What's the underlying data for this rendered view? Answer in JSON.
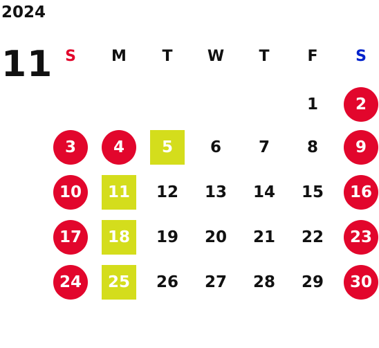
{
  "calendar": {
    "year": "2024",
    "month": "11",
    "weekdays": [
      {
        "label": "S",
        "color": "#e2062c"
      },
      {
        "label": "M",
        "color": "#111111"
      },
      {
        "label": "T",
        "color": "#111111"
      },
      {
        "label": "W",
        "color": "#111111"
      },
      {
        "label": "T",
        "color": "#111111"
      },
      {
        "label": "F",
        "color": "#111111"
      },
      {
        "label": "S",
        "color": "#0022cc"
      }
    ],
    "weeks": [
      [
        null,
        null,
        null,
        null,
        null,
        {
          "day": "1",
          "mark": "none"
        },
        {
          "day": "2",
          "mark": "holiday"
        }
      ],
      [
        {
          "day": "3",
          "mark": "holiday"
        },
        {
          "day": "4",
          "mark": "holiday"
        },
        {
          "day": "5",
          "mark": "highlight"
        },
        {
          "day": "6",
          "mark": "none"
        },
        {
          "day": "7",
          "mark": "none"
        },
        {
          "day": "8",
          "mark": "none"
        },
        {
          "day": "9",
          "mark": "holiday"
        }
      ],
      [
        {
          "day": "10",
          "mark": "holiday"
        },
        {
          "day": "11",
          "mark": "highlight"
        },
        {
          "day": "12",
          "mark": "none"
        },
        {
          "day": "13",
          "mark": "none"
        },
        {
          "day": "14",
          "mark": "none"
        },
        {
          "day": "15",
          "mark": "none"
        },
        {
          "day": "16",
          "mark": "holiday"
        }
      ],
      [
        {
          "day": "17",
          "mark": "holiday"
        },
        {
          "day": "18",
          "mark": "highlight"
        },
        {
          "day": "19",
          "mark": "none"
        },
        {
          "day": "20",
          "mark": "none"
        },
        {
          "day": "21",
          "mark": "none"
        },
        {
          "day": "22",
          "mark": "none"
        },
        {
          "day": "23",
          "mark": "holiday"
        }
      ],
      [
        {
          "day": "24",
          "mark": "holiday"
        },
        {
          "day": "25",
          "mark": "highlight"
        },
        {
          "day": "26",
          "mark": "none"
        },
        {
          "day": "27",
          "mark": "none"
        },
        {
          "day": "28",
          "mark": "none"
        },
        {
          "day": "29",
          "mark": "none"
        },
        {
          "day": "30",
          "mark": "holiday"
        }
      ]
    ]
  },
  "colors": {
    "holiday_circle": "#e2062c",
    "highlight_square": "#d4dd1c",
    "text": "#111111"
  }
}
